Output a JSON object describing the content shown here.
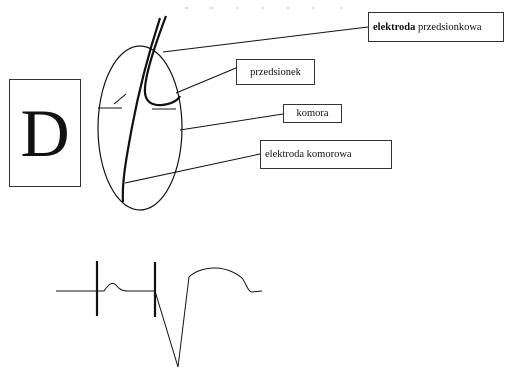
{
  "panel": {
    "letter": "D"
  },
  "labels": {
    "atrial_electrode_bold": "elektroda",
    "atrial_electrode_rest": " przedsionkowa",
    "atrium": "przedsionek",
    "ventricle": "komora",
    "ventricular_electrode": "elektroda komorowa"
  },
  "colors": {
    "ink": "#111111",
    "paper": "#ffffff"
  }
}
